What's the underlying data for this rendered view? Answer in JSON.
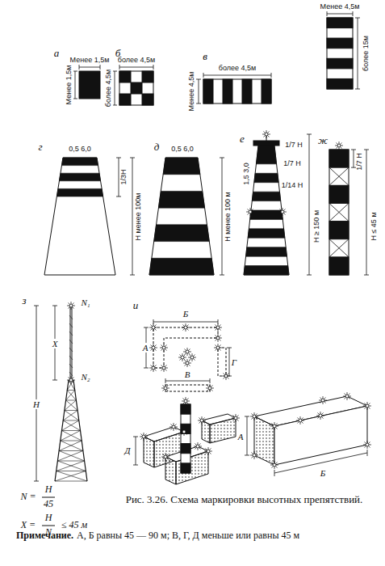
{
  "diagram": {
    "caption": "Рис. 3.26. Схема маркировки высотных препятствий.",
    "labels": [
      "а",
      "Менее 1,5м",
      "Менее 1,5м",
      "б",
      "более 4,5м",
      "более 4,5м",
      "в",
      "более 4,5м",
      "Менее 4,5м",
      "Менее 4,5м",
      "более 15м",
      "г",
      "0,5 6,0",
      "1/3Н",
      "Н менее 100м",
      "д",
      "0,5 6,0",
      "Н менее 100 м",
      "е",
      "1,5 3,0",
      "1/7 Н",
      "1/7 Н",
      "1/14 Н",
      "Н ≥ 150 м",
      "ж",
      "1/7 Н",
      "Н ≤ 45 м",
      "з",
      "N₁",
      "X",
      "Н",
      "N₂",
      "N =",
      "Н",
      "45",
      "X =",
      "Н",
      "N",
      "≤ 45 м",
      "и",
      "Б",
      "А",
      "Г",
      "В",
      "Д",
      "А",
      "Б",
      "Примечание.",
      "А, Б равны 45 — 90 м; В, Г, Д меньше или равны 45 м"
    ]
  }
}
